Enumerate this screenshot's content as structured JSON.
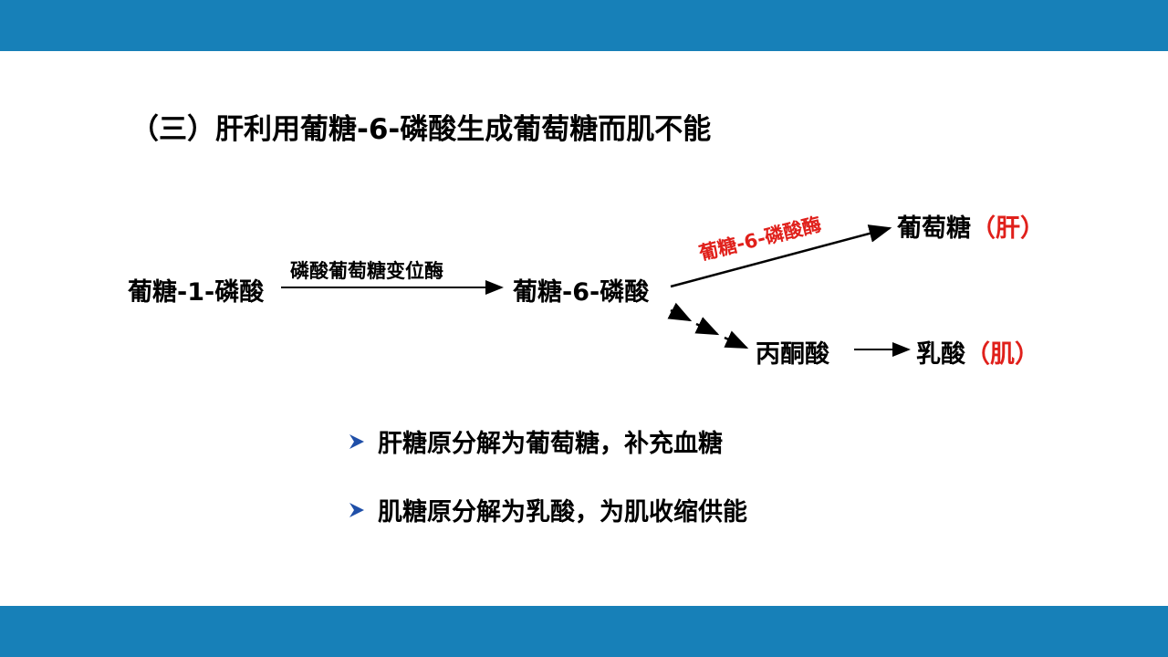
{
  "colors": {
    "bar": "#1780b8",
    "accent_red": "#e0201b",
    "bullet_blue": "#1f4fa8"
  },
  "title": "（三）肝利用葡糖-6-磷酸生成葡萄糖而肌不能",
  "diagram": {
    "g1p": "葡糖-1-磷酸",
    "enzyme_mutase": "磷酸葡萄糖变位酶",
    "g6p": "葡糖-6-磷酸",
    "enzyme_g6pase": "葡糖-6-磷酸酶",
    "glucose": "葡萄糖",
    "liver_tag": "（肝）",
    "pyruvate": "丙酮酸",
    "lactate": "乳酸",
    "muscle_tag": "（肌）"
  },
  "bullets": [
    {
      "icon": "arrowhead-bullet-icon",
      "text": "肝糖原分解为葡萄糖，补充血糖"
    },
    {
      "icon": "arrowhead-bullet-icon",
      "text": "肌糖原分解为乳酸，为肌收缩供能"
    }
  ]
}
